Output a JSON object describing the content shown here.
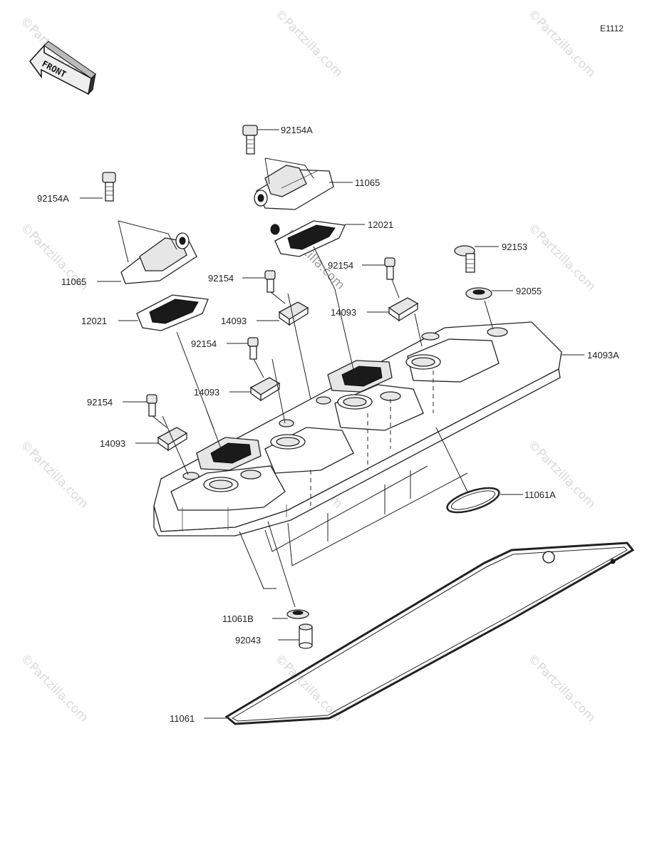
{
  "diagram": {
    "code": "E1112",
    "front_label": "FRONT",
    "watermark": "©Partzilla.com",
    "watermark_prominent": "Partzilla.com"
  },
  "callouts": [
    {
      "id": "92154A_top",
      "text": "92154A"
    },
    {
      "id": "11065_right",
      "text": "11065"
    },
    {
      "id": "92154A_left",
      "text": "92154A"
    },
    {
      "id": "12021_right",
      "text": "12021"
    },
    {
      "id": "92153",
      "text": "92153"
    },
    {
      "id": "92154_mid",
      "text": "92154"
    },
    {
      "id": "11065_left",
      "text": "11065"
    },
    {
      "id": "92154_upper",
      "text": "92154"
    },
    {
      "id": "92055",
      "text": "92055"
    },
    {
      "id": "14093_mid",
      "text": "14093"
    },
    {
      "id": "14093_upper",
      "text": "14093"
    },
    {
      "id": "12021_left",
      "text": "12021"
    },
    {
      "id": "14093A",
      "text": "14093A"
    },
    {
      "id": "92154_lowA",
      "text": "92154"
    },
    {
      "id": "14093_low",
      "text": "14093"
    },
    {
      "id": "92154_lowB",
      "text": "92154"
    },
    {
      "id": "14093_bottom",
      "text": "14093"
    },
    {
      "id": "11061A",
      "text": "11061A"
    },
    {
      "id": "11061B",
      "text": "11061B"
    },
    {
      "id": "92043",
      "text": "92043"
    },
    {
      "id": "11061",
      "text": "11061"
    }
  ]
}
